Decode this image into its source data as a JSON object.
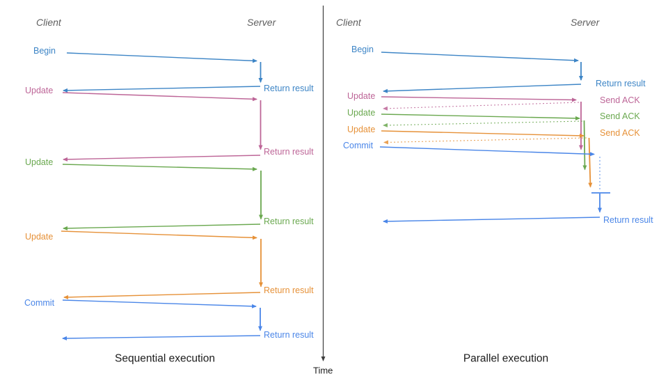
{
  "colors": {
    "blue": "#3d85c6",
    "cornflower": "#4a86e8",
    "pink": "#bd6597",
    "green": "#6aa84f",
    "orange": "#e69138",
    "axis": "#3d3d3d",
    "header": "#5f5f5f",
    "title": "#1c1c1c"
  },
  "time_axis": {
    "label": "Time"
  },
  "left": {
    "title": "Sequential execution",
    "client_header": "Client",
    "server_header": "Server",
    "messages": [
      {
        "label": "Begin",
        "response": "Return result",
        "color": "#3d85c6"
      },
      {
        "label": "Update",
        "response": "Return result",
        "color": "#bd6597"
      },
      {
        "label": "Update",
        "response": "Return result",
        "color": "#6aa84f"
      },
      {
        "label": "Update",
        "response": "Return result",
        "color": "#e69138"
      },
      {
        "label": "Commit",
        "response": "Return result",
        "color": "#4a86e8"
      }
    ]
  },
  "right": {
    "title": "Parallel execution",
    "client_header": "Client",
    "server_header": "Server",
    "messages": [
      {
        "label": "Begin",
        "response": "Return result",
        "color": "#3d85c6"
      },
      {
        "label": "Update",
        "response": "Send ACK",
        "color": "#bd6597"
      },
      {
        "label": "Update",
        "response": "Send ACK",
        "color": "#6aa84f"
      },
      {
        "label": "Update",
        "response": "Send ACK",
        "color": "#e69138"
      },
      {
        "label": "Commit",
        "response": "Return result",
        "color": "#4a86e8"
      }
    ]
  }
}
